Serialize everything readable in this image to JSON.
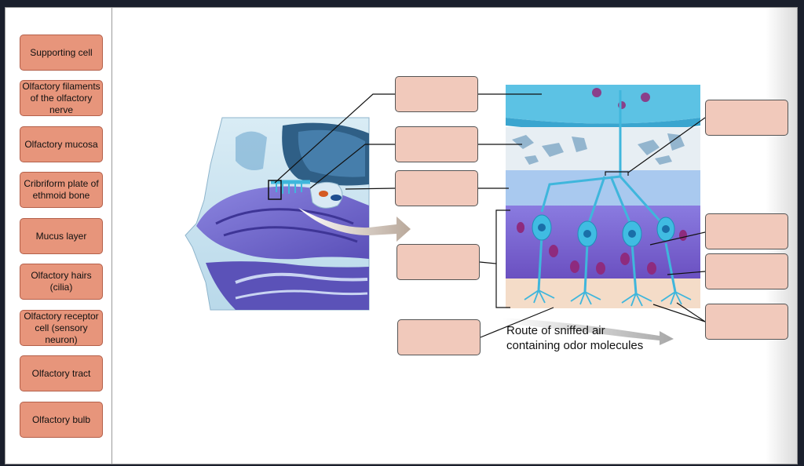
{
  "labels": [
    "Supporting cell",
    "Olfactory filaments of the olfactory nerve",
    "Olfactory mucosa",
    "Cribriform plate of ethmoid bone",
    "Mucus layer",
    "Olfactory hairs (cilia)",
    "Olfactory receptor cell (sensory neuron)",
    "Olfactory tract",
    "Olfactory bulb"
  ],
  "caption": {
    "line1": "Route of sniffed air",
    "line2": "containing odor molecules"
  },
  "colors": {
    "label_fill": "#e7957b",
    "dropzone_fill": "#f1c9bb",
    "tissue_blue": "#3fb6dc",
    "nasal_purple": "#6f63c9"
  }
}
